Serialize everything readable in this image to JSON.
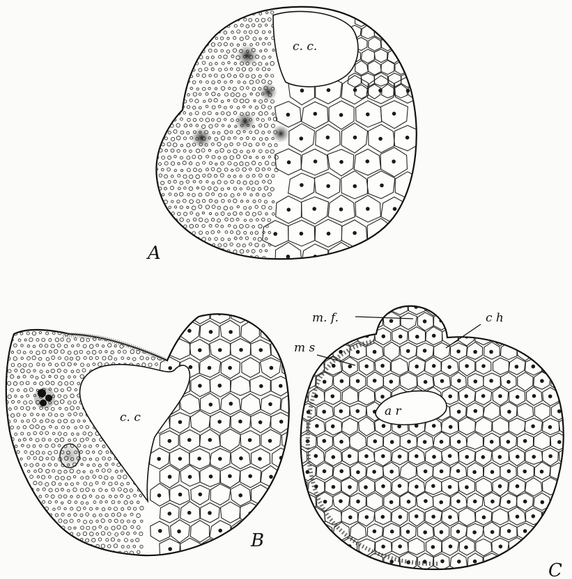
{
  "panels": [
    {
      "letter": "A",
      "cavity_label": "c. c."
    },
    {
      "letter": "B",
      "cavity_label": "c. c"
    },
    {
      "letter": "C",
      "labels": {
        "mf": "m. f.",
        "ch": "c h",
        "ms": "m s",
        "ar": "a r"
      }
    }
  ],
  "colors": {
    "ink": "#111111",
    "paper": "#fbfbf9"
  }
}
